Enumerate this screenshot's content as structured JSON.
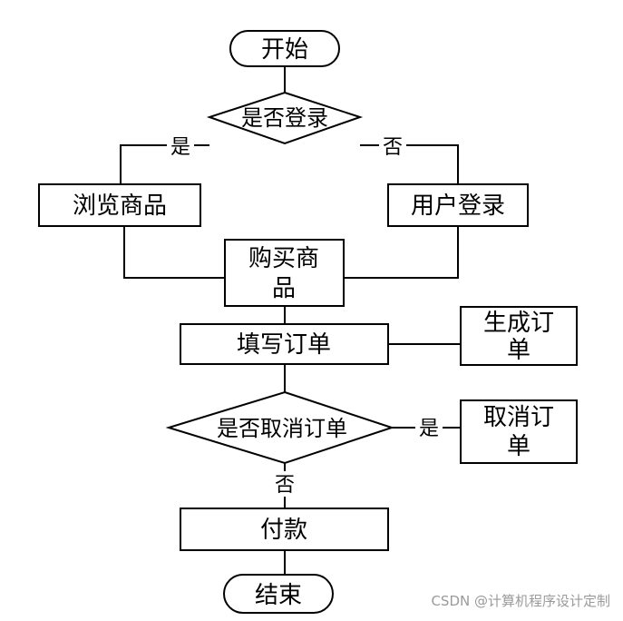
{
  "nodes": {
    "start": "开始",
    "is_logged_in": "是否登录",
    "browse_products": "浏览商品",
    "user_login": "用户登录",
    "buy_products_line1": "购买商",
    "buy_products_line2": "品",
    "fill_order": "填写订单",
    "generate_order_line1": "生成订",
    "generate_order_line2": "单",
    "cancel_decision": "是否取消订单",
    "cancel_order_line1": "取消订",
    "cancel_order_line2": "单",
    "pay": "付款",
    "end": "结束"
  },
  "edges": {
    "login_yes": "是",
    "login_no": "否",
    "cancel_yes": "是",
    "cancel_no": "否"
  },
  "watermark": "CSDN @计算机程序设计定制"
}
